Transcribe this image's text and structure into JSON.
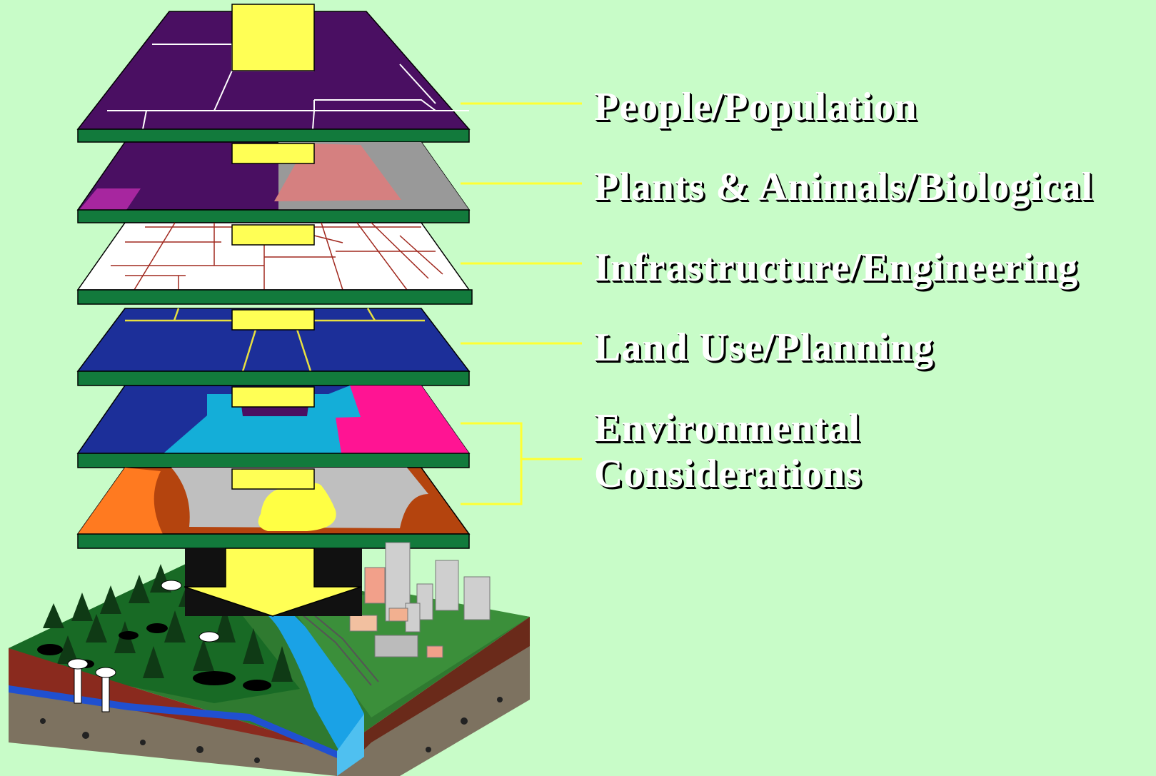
{
  "labels": {
    "people": "People/Population",
    "plants": "Plants & Animals/Biological",
    "infrastructure": "Infrastructure/Engineering",
    "land_use": "Land Use/Planning",
    "environmental_line1": "Environmental",
    "environmental_line2": "Considerations"
  },
  "colors": {
    "background": "#c8fcc8",
    "layer_base": "#127a3c",
    "arrow": "#ffff55",
    "connector": "#ffff33",
    "people_layer": "#4a0f62",
    "landuse_layer": "#1c2f99",
    "water": "#1aa2e6"
  }
}
